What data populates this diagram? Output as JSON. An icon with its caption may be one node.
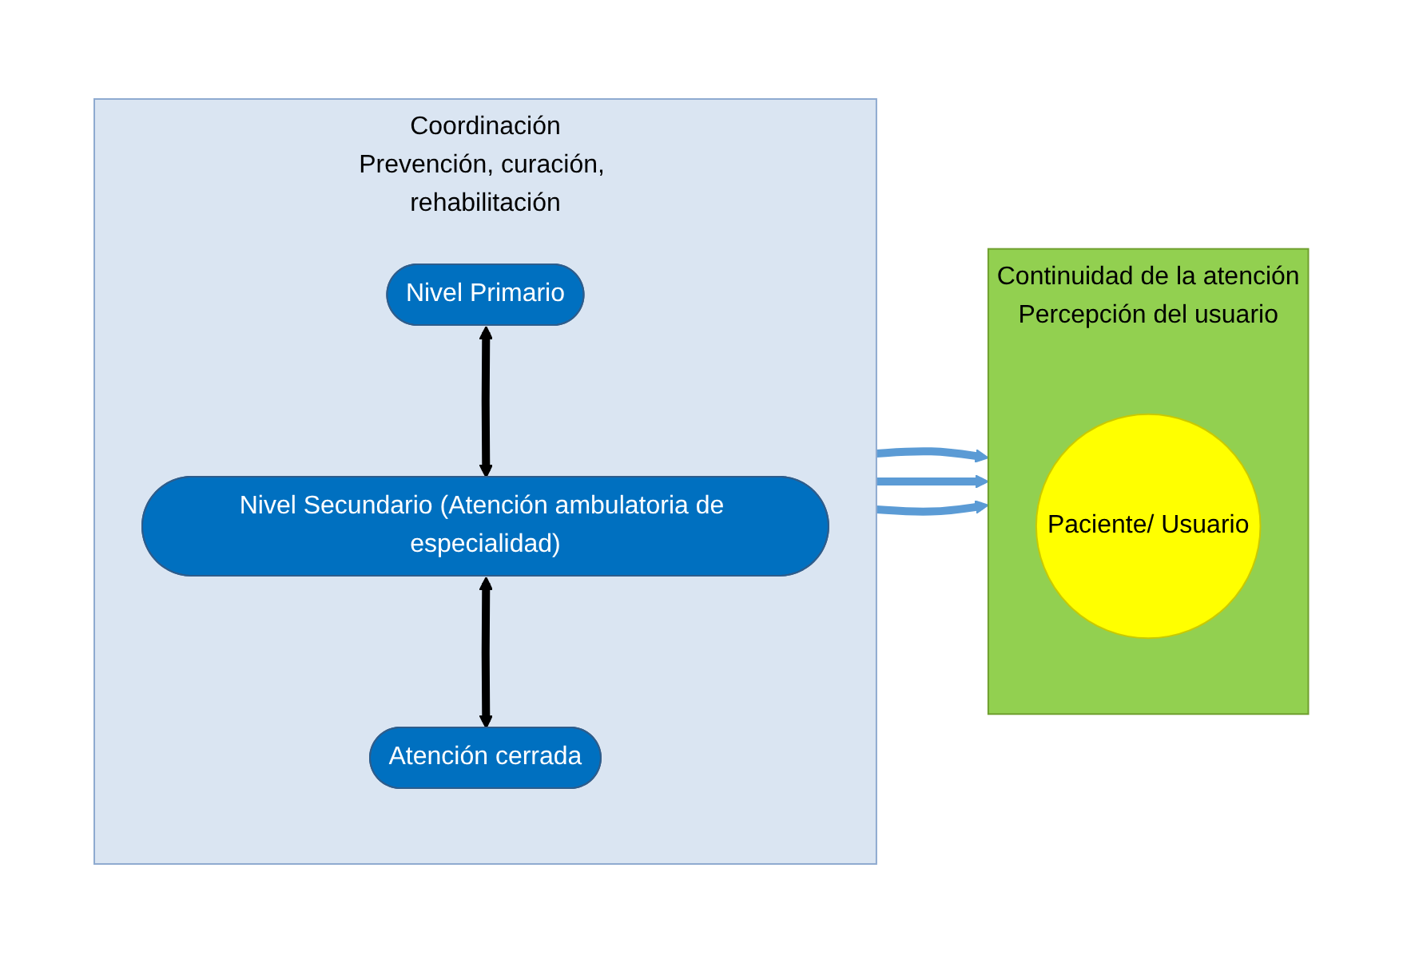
{
  "diagram": {
    "nodes": [
      {
        "text": [
          "Coordinación",
          "Prevención, curación, rehabilitación"
        ]
      },
      {
        "text": [
          "Nivel Primario"
        ],
        "in": 0
      },
      {
        "text": [
          "Nivel Secundario (Atención ambulatoria de especialidad)"
        ],
        "in": 0
      },
      {
        "text": [
          "Atención cerrada"
        ],
        "in": 0
      },
      {
        "text": [
          "Continuidad de la atención",
          "Percepción del usuario"
        ]
      },
      {
        "text": [
          "Paciente/ Usuario"
        ],
        "in": 4
      }
    ],
    "edges": [
      {
        "from": 1,
        "to": 2,
        "arrow": "both",
        "color": "#000000"
      },
      {
        "from": 2,
        "to": 3,
        "arrow": "both",
        "color": "#000000"
      },
      {
        "from": 0,
        "to": 4,
        "arrow": "to"
      },
      {
        "from": 0,
        "to": 4,
        "arrow": "to"
      },
      {
        "from": 0,
        "to": 4,
        "arrow": "to"
      }
    ]
  }
}
